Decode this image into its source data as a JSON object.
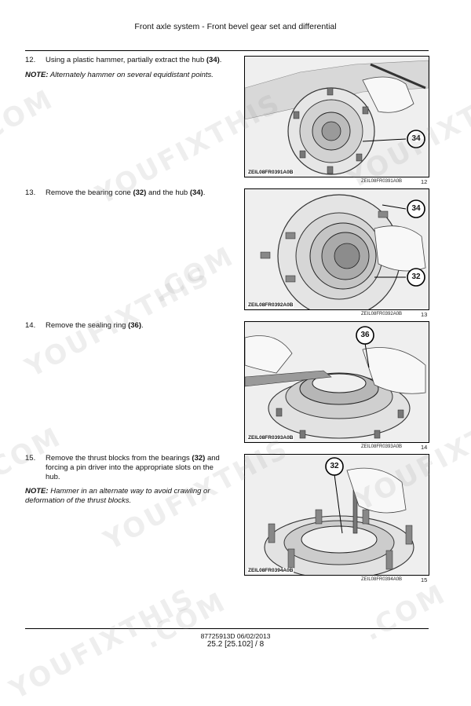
{
  "header": {
    "title": "Front axle system - Front bevel gear set and differential"
  },
  "steps": [
    {
      "num": "12.",
      "text_a": "Using a plastic hammer, partially extract the hub ",
      "ref_a": "(34)",
      "text_b": "."
    },
    {
      "num": "13.",
      "text_a": "Remove the bearing cone ",
      "ref_a": "(32)",
      "text_b": " and the hub ",
      "ref_b": "(34)",
      "text_c": "."
    },
    {
      "num": "14.",
      "text_a": "Remove the sealing ring ",
      "ref_a": "(36)",
      "text_b": "."
    },
    {
      "num": "15.",
      "line1_a": "Remove the thrust blocks from the bearings ",
      "ref_a": "(32)",
      "line1_b": " and",
      "line2": "forcing a pin driver into the appropriate slots on the",
      "line3": "hub."
    }
  ],
  "notes": [
    {
      "label": "NOTE:",
      "text": " Alternately hammer on several equidistant points."
    },
    {
      "label": "NOTE:",
      "line1": " Hammer in an alternate way to avoid crawling or",
      "line2": "deformation of the thrust blocks."
    }
  ],
  "figures": [
    {
      "code_inner": "ZEIL08FR0391A0B",
      "caption": "ZEIL08FR0391A0B",
      "number": "12",
      "callouts": [
        "34"
      ]
    },
    {
      "code_inner": "ZEIL08FR0392A0B",
      "caption": "ZEIL08FR0392A0B",
      "number": "13",
      "callouts": [
        "34",
        "32"
      ]
    },
    {
      "code_inner": "ZEIL08FR0393A0B",
      "caption": "ZEIL08FR0393A0B",
      "number": "14",
      "callouts": [
        "36"
      ]
    },
    {
      "code_inner": "ZEIL08FR0394A0B",
      "caption": "ZEIL08FR0394A0B",
      "number": "15",
      "callouts": [
        "32"
      ]
    }
  ],
  "footer": {
    "doc": "87725913D 06/02/2013",
    "page": "25.2 [25.102] / 8"
  },
  "watermark": {
    "text_a": "YOUFIXTHIS",
    "text_b": ".COM"
  }
}
